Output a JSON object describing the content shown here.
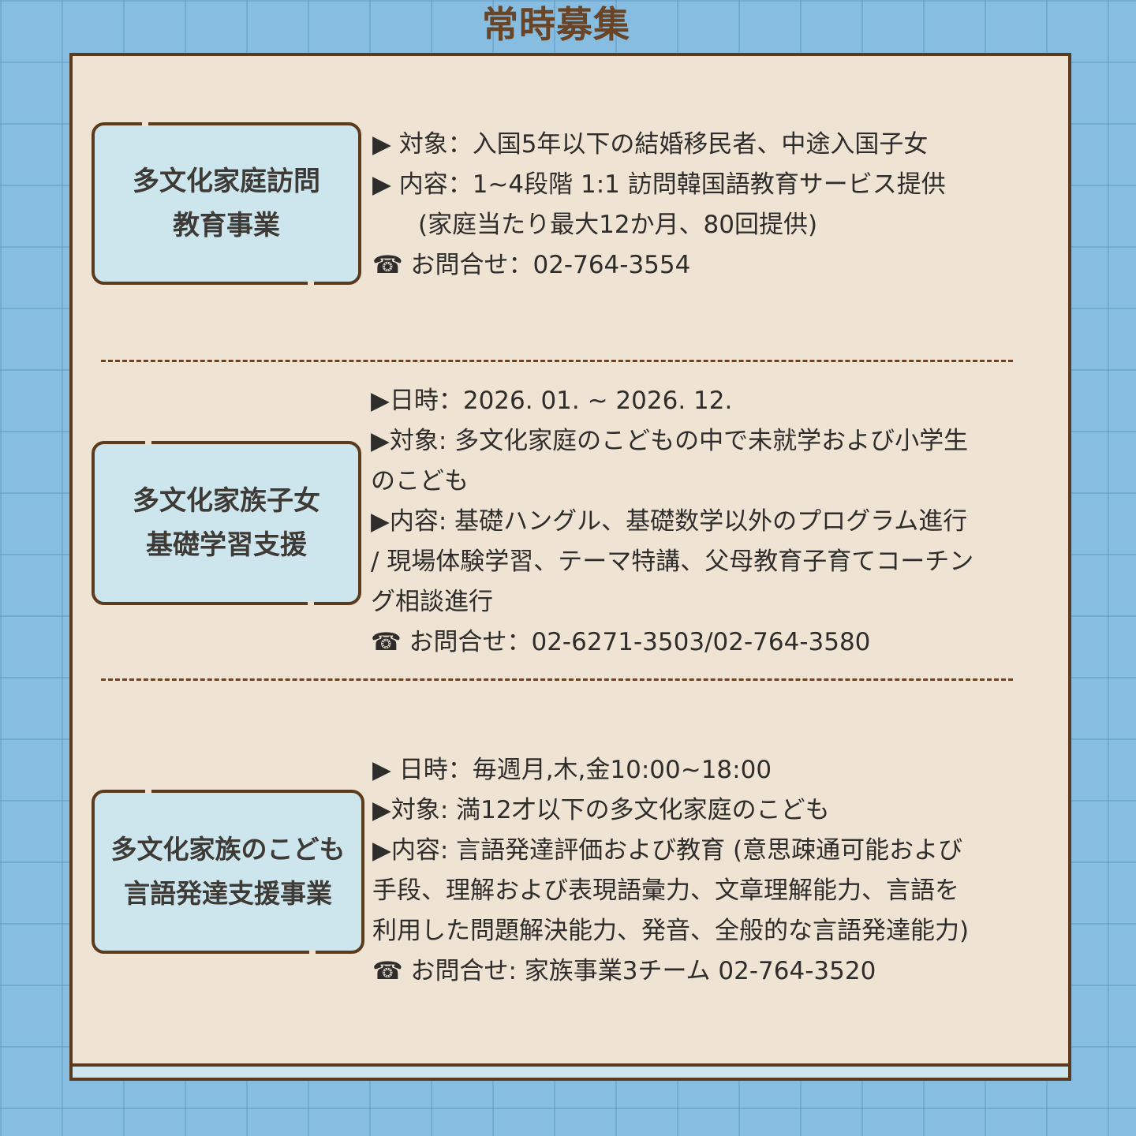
{
  "page_title": "常時募集",
  "sections": [
    {
      "label_lines": [
        "多文化家庭訪問",
        "教育事業"
      ],
      "lines": [
        "▶ 対象：入国5年以下の結婚移民者、中途入国子女",
        "▶ 内容：1~4段階 1:1 訪問韓国語教育サービス提供",
        "(家庭当たり最大12か月、80回提供)",
        "☎ お問合せ：02-764-3554"
      ]
    },
    {
      "label_lines": [
        "多文化家族子女",
        "基礎学習支援"
      ],
      "lines": [
        "▶日時：2026. 01. ~ 2026. 12.",
        "▶対象: 多文化家庭のこどもの中で未就学および小学生",
        "のこども",
        "▶内容: 基礎ハングル、基礎数学以外のプログラム進行",
        "/ 現場体験学習、テーマ特講、父母教育子育てコーチン",
        "グ相談進行",
        "☎ お問合せ：02-6271-3503/02-764-3580"
      ]
    },
    {
      "label_lines": [
        "多文化家族のこども",
        "言語発達支援事業"
      ],
      "lines": [
        "▶ 日時：毎週月,木,金10:00~18:00",
        "▶対象: 満12才以下の多文化家庭のこども",
        "▶内容: 言語発達評価および教育 (意思疎通可能および",
        "手段、理解および表現語彙力、文章理解能力、言語を",
        "利用した問題解決能力、発音、全般的な言語発達能力)",
        "☎ お問合せ: 家族事業3チーム 02-764-3520"
      ]
    }
  ]
}
